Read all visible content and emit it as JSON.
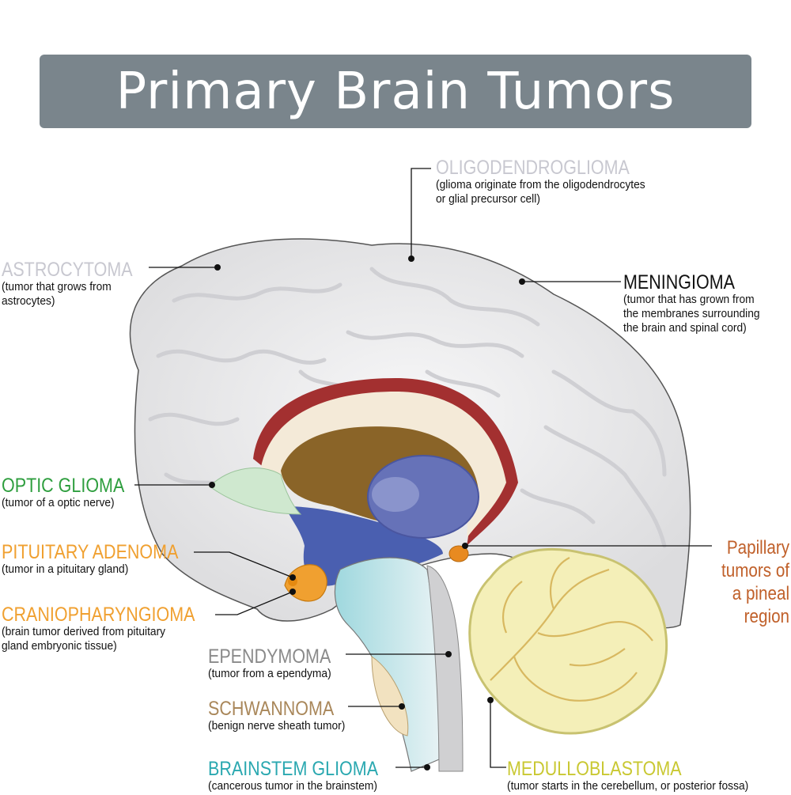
{
  "title": "Primary Brain Tumors",
  "colors": {
    "title_bg": "#7a858c",
    "astrocytoma": "#c8c8d0",
    "oligodendroglioma": "#c8c8d0",
    "meningioma": "#111111",
    "optic_glioma": "#2e9e3e",
    "pituitary_adenoma": "#f0a030",
    "craniopharyngioma": "#f0a030",
    "ependymoma": "#8a8a8a",
    "schwannoma": "#a9875a",
    "brainstem_glioma": "#2aa8b0",
    "medulloblastoma": "#c9c832",
    "papillary": "#c0602a"
  },
  "labels": {
    "oligodendroglioma": {
      "name": "OLIGODENDROGLIOMA",
      "desc1": "(glioma originate from the oligodendrocytes",
      "desc2": "or glial precursor cell)"
    },
    "astrocytoma": {
      "name": "ASTROCYTOMA",
      "desc1": "(tumor that grows from",
      "desc2": "astrocytes)"
    },
    "meningioma": {
      "name": "MENINGIOMA",
      "desc1": "(tumor that has grown from",
      "desc2": "the membranes surrounding",
      "desc3": "the brain and spinal cord)"
    },
    "optic_glioma": {
      "name": "OPTIC GLIOMA",
      "desc1": "(tumor of a optic nerve)"
    },
    "pituitary_adenoma": {
      "name": "PITUITARY ADENOMA",
      "desc1": "(tumor in a pituitary gland)"
    },
    "craniopharyngioma": {
      "name": "CRANIOPHARYNGIOMA",
      "desc1": "(brain tumor derived from pituitary",
      "desc2": "gland embryonic tissue)"
    },
    "ependymoma": {
      "name": "EPENDYMOMA",
      "desc1": "(tumor from a ependyma)"
    },
    "schwannoma": {
      "name": "SCHWANNOMA",
      "desc1": "(benign nerve sheath tumor)"
    },
    "brainstem_glioma": {
      "name": "BRAINSTEM GLIOMA",
      "desc1": "(cancerous tumor in the brainstem)"
    },
    "medulloblastoma": {
      "name": "MEDULLOBLASTOMA",
      "desc1": "(tumor starts in the cerebellum, or posterior fossa)"
    },
    "papillary": {
      "line1": "Papillary",
      "line2": "tumors of",
      "line3": "a pineal",
      "line4": "region"
    }
  }
}
